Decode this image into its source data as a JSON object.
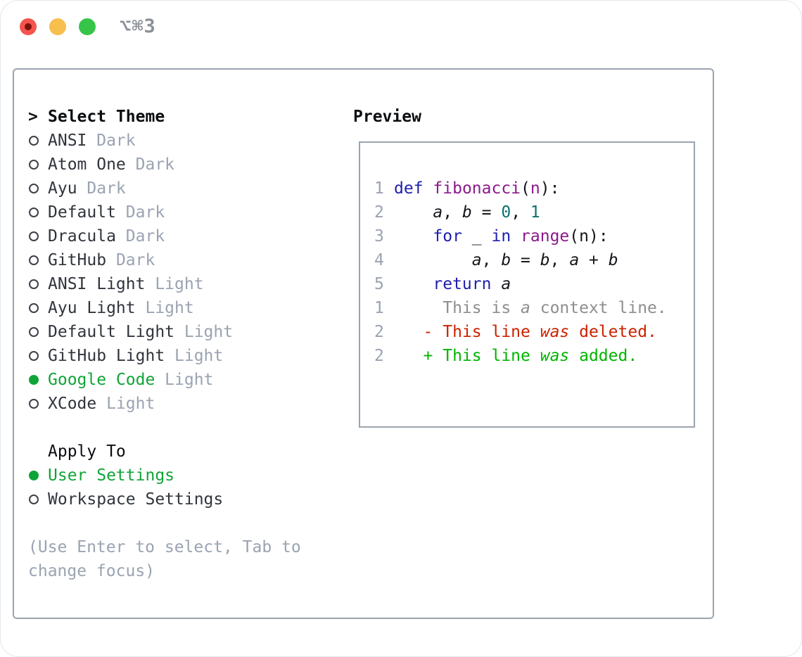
{
  "window": {
    "shortcut_label": "⌥⌘3"
  },
  "colors": {
    "accent_green": "#10a437",
    "panel_border": "#9ca4af",
    "muted_gray": "#9aa3b1",
    "keyword_blue": "#1f1fae",
    "function_purple": "#8b1a8b",
    "number_teal": "#0e7070",
    "diff_deleted_red": "#cc2200",
    "diff_added_green": "#00b400",
    "context_gray": "#8e8e8e",
    "traffic_red": "#f4544c",
    "traffic_yellow": "#f6bf4e",
    "traffic_green": "#37c549"
  },
  "theme_panel": {
    "prompt": ">",
    "title": "Select Theme",
    "options": [
      {
        "name": "ANSI",
        "variant": "Dark",
        "selected": false
      },
      {
        "name": "Atom One",
        "variant": "Dark",
        "selected": false
      },
      {
        "name": "Ayu",
        "variant": "Dark",
        "selected": false
      },
      {
        "name": "Default",
        "variant": "Dark",
        "selected": false
      },
      {
        "name": "Dracula",
        "variant": "Dark",
        "selected": false
      },
      {
        "name": "GitHub",
        "variant": "Dark",
        "selected": false
      },
      {
        "name": "ANSI Light",
        "variant": "Light",
        "selected": false
      },
      {
        "name": "Ayu Light",
        "variant": "Light",
        "selected": false
      },
      {
        "name": "Default Light",
        "variant": "Light",
        "selected": false
      },
      {
        "name": "GitHub Light",
        "variant": "Light",
        "selected": false
      },
      {
        "name": "Google Code",
        "variant": "Light",
        "selected": true
      },
      {
        "name": "XCode",
        "variant": "Light",
        "selected": false
      }
    ],
    "apply_to": {
      "title": "Apply To",
      "options": [
        {
          "label": "User Settings",
          "selected": true
        },
        {
          "label": "Workspace Settings",
          "selected": false
        }
      ]
    },
    "hint": "(Use Enter to select, Tab to change focus)"
  },
  "preview": {
    "title": "Preview",
    "lines": [
      {
        "no": "1",
        "tokens": [
          [
            "k",
            "def"
          ],
          [
            "p",
            " "
          ],
          [
            "f",
            "fibonacci"
          ],
          [
            "p",
            "("
          ],
          [
            "f",
            "n"
          ],
          [
            "p",
            "):"
          ]
        ]
      },
      {
        "no": "2",
        "tokens": [
          [
            "p",
            "    "
          ],
          [
            "i",
            "a"
          ],
          [
            "p",
            ", "
          ],
          [
            "i",
            "b"
          ],
          [
            "p",
            " = "
          ],
          [
            "n",
            "0"
          ],
          [
            "p",
            ", "
          ],
          [
            "n",
            "1"
          ]
        ]
      },
      {
        "no": "3",
        "tokens": [
          [
            "p",
            "    "
          ],
          [
            "k",
            "for"
          ],
          [
            "p",
            " _ "
          ],
          [
            "k",
            "in"
          ],
          [
            "p",
            " "
          ],
          [
            "f",
            "range"
          ],
          [
            "p",
            "(n):"
          ]
        ]
      },
      {
        "no": "4",
        "tokens": [
          [
            "p",
            "        "
          ],
          [
            "i",
            "a"
          ],
          [
            "p",
            ", "
          ],
          [
            "i",
            "b"
          ],
          [
            "p",
            " = "
          ],
          [
            "i",
            "b"
          ],
          [
            "p",
            ", "
          ],
          [
            "i",
            "a"
          ],
          [
            "p",
            " + "
          ],
          [
            "i",
            "b"
          ]
        ]
      },
      {
        "no": "5",
        "tokens": [
          [
            "p",
            "    "
          ],
          [
            "k",
            "return"
          ],
          [
            "p",
            " "
          ],
          [
            "i",
            "a"
          ]
        ]
      },
      {
        "no": "",
        "tokens": []
      },
      {
        "no": "1",
        "tokens": [
          [
            "c",
            "     This is "
          ],
          [
            "ci",
            "a"
          ],
          [
            "c",
            " context line."
          ]
        ]
      },
      {
        "no": "2",
        "tokens": [
          [
            "d",
            "   - This line "
          ],
          [
            "di",
            "was"
          ],
          [
            "d",
            " deleted."
          ]
        ]
      },
      {
        "no": "2",
        "tokens": [
          [
            "a",
            "   + This line "
          ],
          [
            "ai",
            "was"
          ],
          [
            "a",
            " added."
          ]
        ]
      }
    ]
  }
}
